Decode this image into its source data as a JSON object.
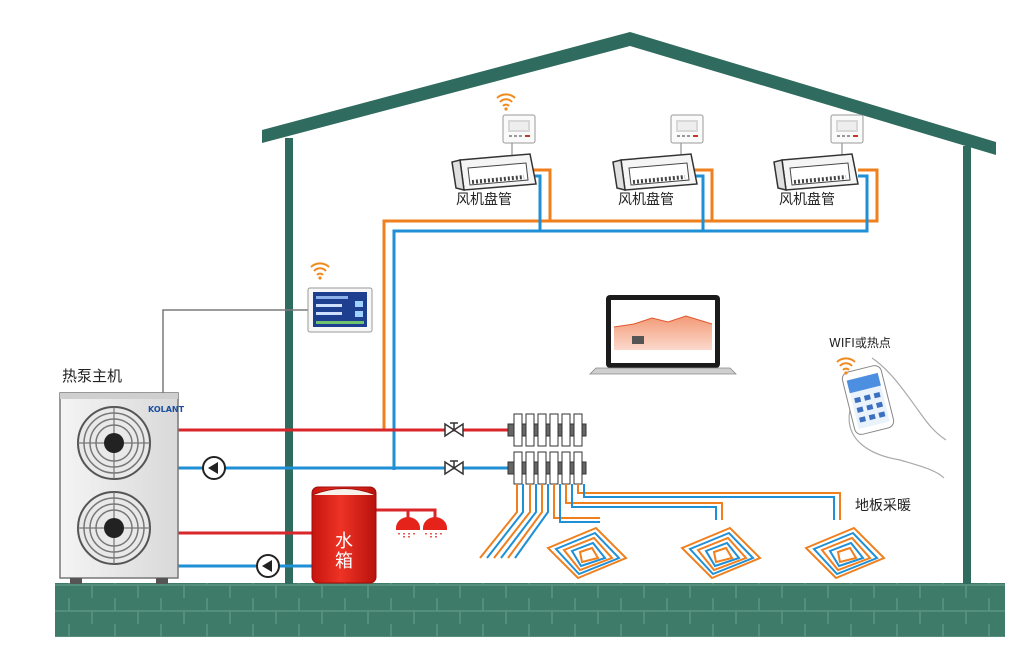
{
  "labels": {
    "heat_pump": "热泵主机",
    "fan_coil": "风机盘管",
    "floor_heating": "地板采暖",
    "wifi": "WIFI或热点",
    "tank_line1": "水",
    "tank_line2": "箱",
    "brand": "KOLANT"
  },
  "colors": {
    "house": "#2f6b5e",
    "hot_pipe": "#d9262b",
    "cold_pipe": "#1f8fd6",
    "supply_pipe": "#f07f1e",
    "signal_wire": "#7a7a7a",
    "tank": "#e5231b",
    "wifi": "#f08a1c",
    "ground": "#3e7b68"
  },
  "icons": [
    "wifi-icon",
    "pump-icon",
    "valve-icon",
    "sprinkler-icon",
    "laptop-icon",
    "smartphone-icon",
    "thermostat-icon",
    "fan-icon"
  ]
}
